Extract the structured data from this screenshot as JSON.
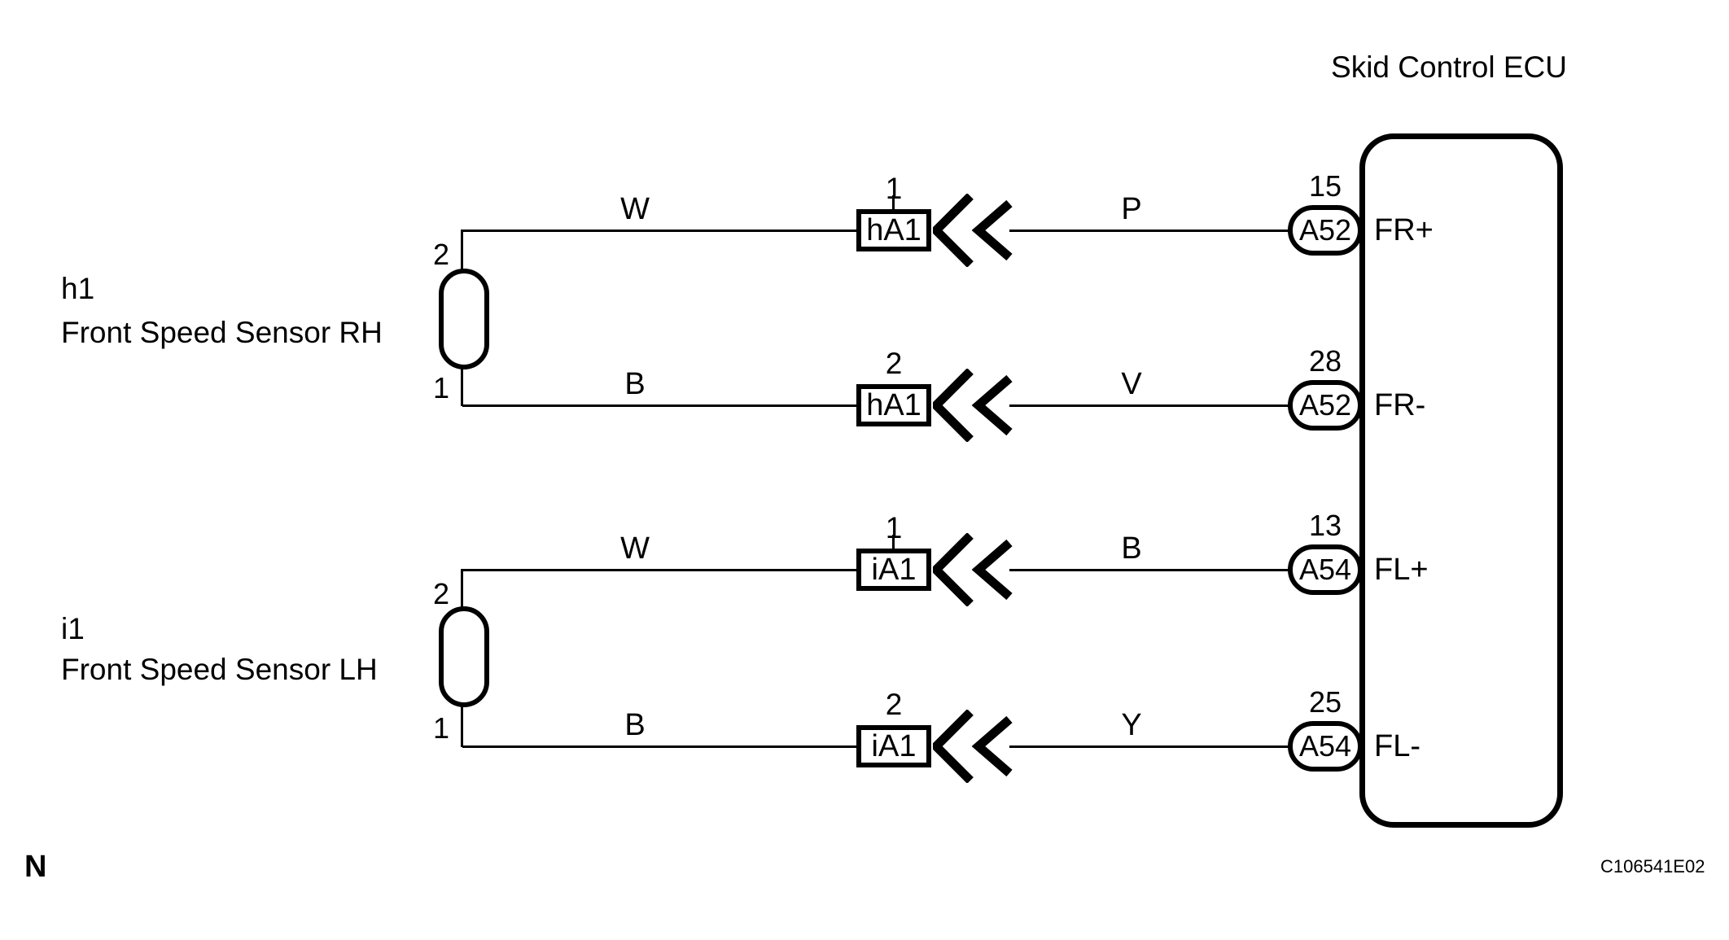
{
  "title": "Skid Control ECU",
  "sensors": [
    {
      "code": "h1",
      "name": "Front Speed Sensor RH",
      "pin_top": "2",
      "pin_bottom": "1"
    },
    {
      "code": "i1",
      "name": "Front Speed Sensor LH",
      "pin_top": "2",
      "pin_bottom": "1"
    }
  ],
  "connections": [
    {
      "sensor_wire_color": "W",
      "connector_pin": "1",
      "connector": "hA1",
      "ecu_wire_color": "P",
      "ecu_pin": "15",
      "ecu_connector": "A52",
      "ecu_terminal": "FR+"
    },
    {
      "sensor_wire_color": "B",
      "connector_pin": "2",
      "connector": "hA1",
      "ecu_wire_color": "V",
      "ecu_pin": "28",
      "ecu_connector": "A52",
      "ecu_terminal": "FR-"
    },
    {
      "sensor_wire_color": "W",
      "connector_pin": "1",
      "connector": "iA1",
      "ecu_wire_color": "B",
      "ecu_pin": "13",
      "ecu_connector": "A54",
      "ecu_terminal": "FL+"
    },
    {
      "sensor_wire_color": "B",
      "connector_pin": "2",
      "connector": "iA1",
      "ecu_wire_color": "Y",
      "ecu_pin": "25",
      "ecu_connector": "A54",
      "ecu_terminal": "FL-"
    }
  ],
  "footer": {
    "note": "N",
    "figure_code": "C106541E02"
  },
  "colors": {
    "ink": "#000000",
    "background": "#ffffff"
  }
}
